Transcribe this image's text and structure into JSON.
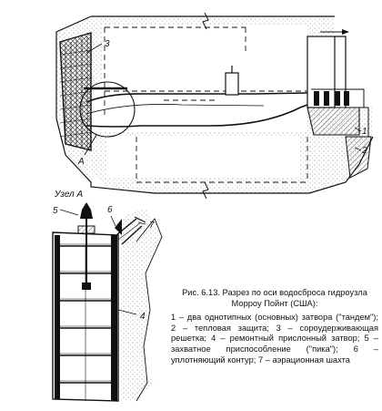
{
  "figure": {
    "labels": {
      "n1": "1",
      "n2": "2",
      "n3": "3",
      "a": "А",
      "n4": "4",
      "n5": "5",
      "n6": "6",
      "n7": "7"
    },
    "node_title": "Узел А",
    "caption_title": "Рис. 6.13. Разрез по оси водосброса гидроузла Морроу Пойнт (США):",
    "legend": [
      "1 – два однотипных (основных) затвора (\"тандем\");",
      "2 – тепловая защита;",
      "3 – сороудерживающая решетка;",
      "4 – ремонтный прислонный затвор;",
      "5 – захватное приспособление (\"пика\");",
      "6 – уплотняющий контур;",
      "7 – аэрационная шахта"
    ]
  },
  "colors": {
    "line": "#111111",
    "concrete": "#999999",
    "background": "#ffffff"
  }
}
